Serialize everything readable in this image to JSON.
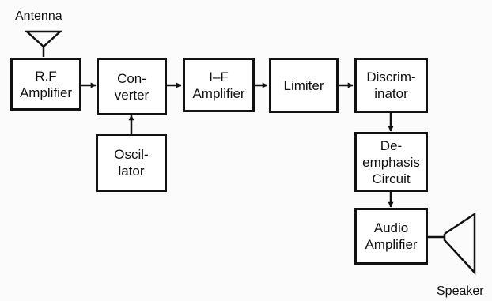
{
  "diagram": {
    "blocks": {
      "rf_amplifier": [
        "R.F",
        "Amplifier"
      ],
      "converter": [
        "Con-",
        "verter"
      ],
      "if_amplifier": [
        "I–F",
        "Amplifier"
      ],
      "limiter": [
        "Limiter"
      ],
      "discriminator": [
        "Discrim-",
        "inator"
      ],
      "oscillator": [
        "Oscil-",
        "lator"
      ],
      "deemphasis_circuit": [
        "De-",
        "emphasis",
        "Circuit"
      ],
      "audio_amplifier": [
        "Audio",
        "Amplifier"
      ]
    },
    "labels": {
      "antenna": "Antenna",
      "speaker": "Speaker"
    }
  }
}
